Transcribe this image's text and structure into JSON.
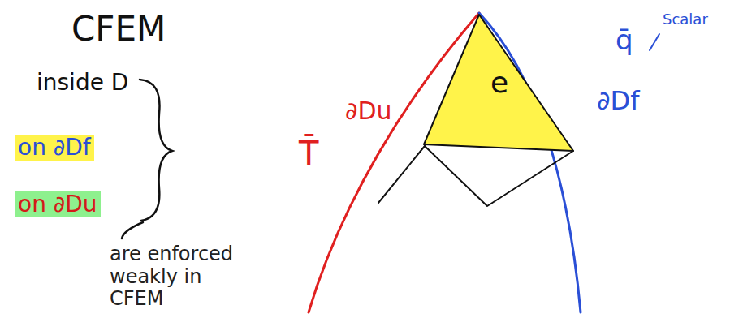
{
  "diagram": {
    "nodes": [
      {
        "text": [
          "e"
        ]
      }
    ],
    "labels": [
      "CFEM",
      "inside D",
      "on ∂Df",
      "on ∂Du",
      "are enforced weakly in CFEM",
      "T̄",
      "∂Du",
      "∂Df",
      "q̄",
      "Scalar"
    ]
  }
}
